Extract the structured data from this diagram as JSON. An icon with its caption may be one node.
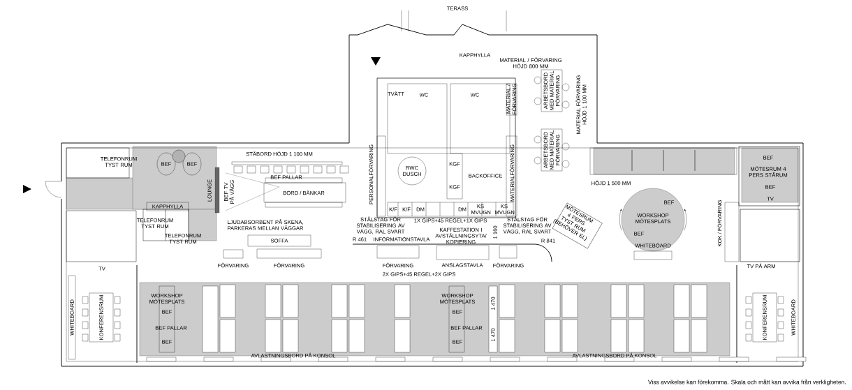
{
  "diagram": {
    "caption": "Viss avvikelse kan förekomma. Skala och mått kan avvika från verkligheten.",
    "labels": [
      "TERASS",
      "KAPPHYLLA",
      "MATERIAL / FÖRVARING HÖJD 800 MM",
      "TVÄTT",
      "WC",
      "WC",
      "MATERIAL / FÖRVARING",
      "ARBETSBORD MED MATERIAL FÖRVARING",
      "ARBETSBORD MED MATERIAL FÖRVARING",
      "MATERIAL FÖRVARING HÖJD 1 100 MM",
      "PERSONALFÖRVARING",
      "RWC DUSCH",
      "KGF",
      "KGF",
      "BACKOFFICE",
      "MATERIALFÖRVARING",
      "K/F",
      "K/F",
      "DM",
      "DM",
      "KS MVUGN",
      "KS MVUGN",
      "STÅLSTAG FÖR STABILISERING AV VÄGG, RAL SVART",
      "R 461",
      "INFORMATIONSTAVLA",
      "1X GIPS+45 REGEL+1X GIPS",
      "KAFFESTATION I AVSTÄLLNINGSYTA/ KOPIERING",
      "STÅLSTAG FÖR STABILISERING AV VÄGG, RAL SVART",
      "R 841",
      "FÖRVARING",
      "ANSLAGSTAVLA",
      "2X GIPS+45 REGEL+2X GIPS",
      "FÖRVARING",
      "1 160",
      "MÖTESRUM 4 PERS TYST RUM (BEHÖVER EL)",
      "HÖJD 1 500 MM",
      "BEF",
      "MÖTESRUM 4 PERS STÅRUM",
      "BEF",
      "TV",
      "BEF",
      "WORKSHOP MÖTESPLATS",
      "BEF",
      "WHITEBOARD",
      "KOK / FÖRVARING",
      "TV PÅ ARM",
      "TELEFONRUM TYST RUM",
      "BEF",
      "BEF",
      "STÅBORD HÖJD 1 100 MM",
      "BEF PALLAR",
      "LOUNGE",
      "BEF TV PÅ VÄGG",
      "BORD / BÄNKAR",
      "KAPPHYLLA",
      "TELEFONRUM TYST RUM",
      "TELEFONRUM TYST RUM",
      "LJUDABSORBENT PÅ SKENA, PARKERAS MELLAN VÄGGAR",
      "SOFFA",
      "FÖRVARING",
      "FÖRVARING",
      "TV",
      "WHITEBOARD",
      "KONFERENSRUM",
      "WORKSHOP MÖTESPLATS",
      "BEF",
      "BEF PALLAR",
      "BEF",
      "AVLASTNINGSBORD PÅ KONSOL",
      "WORKSHOP MÖTESPLATS",
      "BEF",
      "BEF PALLAR",
      "BEF",
      "1 470",
      "1 470",
      "AVLASTNINGSBORD PÅ KONSOL",
      "KONFERENSRUM",
      "WHITEBOARD"
    ]
  }
}
